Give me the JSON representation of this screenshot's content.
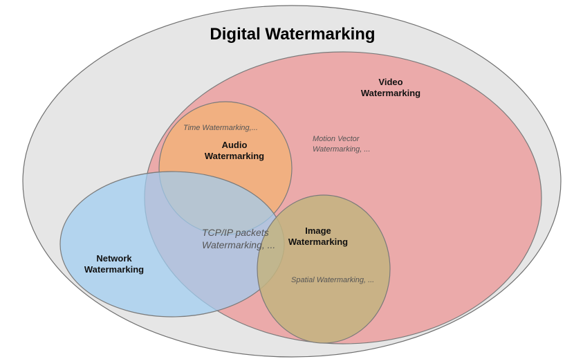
{
  "title": "Digital Watermarking",
  "colors": {
    "outer": "#e6e6e6",
    "video": "#eb9f9f",
    "audio": "#f2b27a",
    "network": "#9fcdf1",
    "image": "#c3b480"
  },
  "sets": {
    "video": {
      "label_1": "Video",
      "label_2": "Watermarking",
      "example_1": "Motion Vector",
      "example_2": "Watermarking, ..."
    },
    "audio": {
      "label_1": "Audio",
      "label_2": "Watermarking",
      "example": "Time Watermarking,..."
    },
    "network": {
      "label_1": "Network",
      "label_2": "Watermarking",
      "example_1": "TCP/IP packets",
      "example_2": "Watermarking, ..."
    },
    "image": {
      "label_1": "Image",
      "label_2": "Watermarking",
      "example": "Spatial Watermarking, ..."
    }
  }
}
